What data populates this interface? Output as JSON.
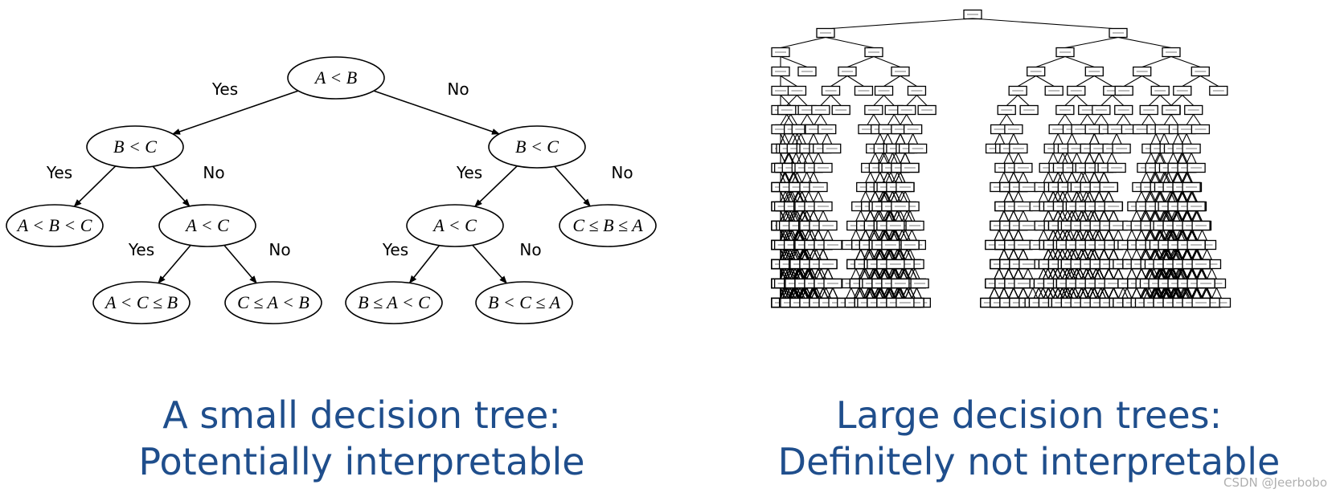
{
  "small_tree": {
    "nodes": [
      {
        "id": "root",
        "label": "A < B",
        "kind": "decision"
      },
      {
        "id": "l",
        "label": "B < C",
        "kind": "decision"
      },
      {
        "id": "r",
        "label": "B < C",
        "kind": "decision"
      },
      {
        "id": "ll",
        "label": "A < B < C",
        "kind": "leaf"
      },
      {
        "id": "lr",
        "label": "A < C",
        "kind": "decision"
      },
      {
        "id": "rl",
        "label": "A < C",
        "kind": "decision"
      },
      {
        "id": "rr",
        "label": "C ≤ B ≤ A",
        "kind": "leaf"
      },
      {
        "id": "lrl",
        "label": "A < C ≤ B",
        "kind": "leaf"
      },
      {
        "id": "lrr",
        "label": "C ≤ A < B",
        "kind": "leaf"
      },
      {
        "id": "rll",
        "label": "B ≤ A < C",
        "kind": "leaf"
      },
      {
        "id": "rlr",
        "label": "B < C ≤ A",
        "kind": "leaf"
      }
    ],
    "edges": [
      {
        "from": "root",
        "to": "l",
        "label": "Yes"
      },
      {
        "from": "root",
        "to": "r",
        "label": "No"
      },
      {
        "from": "l",
        "to": "ll",
        "label": "Yes"
      },
      {
        "from": "l",
        "to": "lr",
        "label": "No"
      },
      {
        "from": "r",
        "to": "rl",
        "label": "Yes"
      },
      {
        "from": "r",
        "to": "rr",
        "label": "No"
      },
      {
        "from": "lr",
        "to": "lrl",
        "label": "Yes"
      },
      {
        "from": "lr",
        "to": "lrr",
        "label": "No"
      },
      {
        "from": "rl",
        "to": "rll",
        "label": "Yes"
      },
      {
        "from": "rl",
        "to": "rlr",
        "label": "No"
      }
    ]
  },
  "captions": {
    "left_line1": "A small decision tree:",
    "left_line2": "Potentially interpretable",
    "right_line1": "Large decision trees:",
    "right_line2": "Definitely not interpretable"
  },
  "watermark": "CSDN @Jeerbobo",
  "colors": {
    "caption": "#1f4e8c",
    "lines": "#000000"
  }
}
